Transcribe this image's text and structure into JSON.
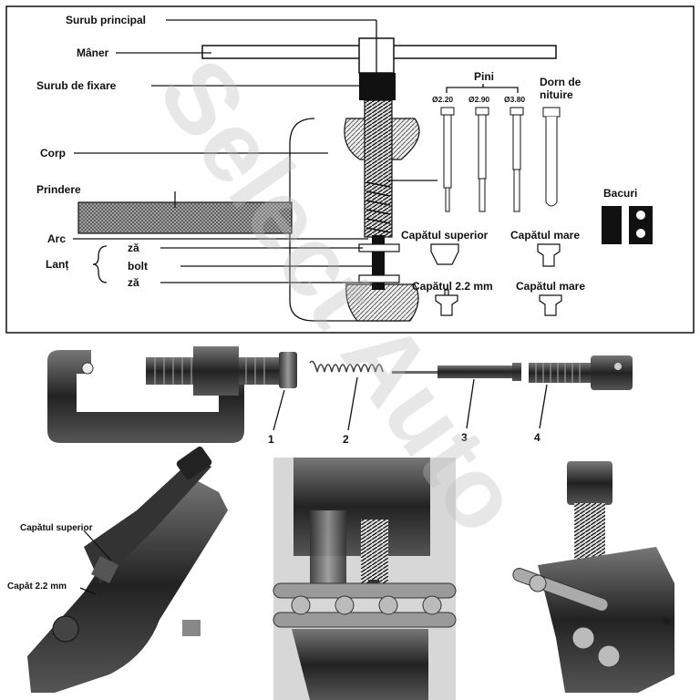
{
  "diagram": {
    "labels_left": {
      "main_screw": "Surub principal",
      "handle": "Mâner",
      "fixing_screw": "Surub de fixare",
      "body": "Corp",
      "grip": "Prindere",
      "spring": "Arc",
      "chain": "Lanț",
      "plate_top": "ză",
      "bolt": "bolt",
      "plate_bottom": "ză"
    },
    "pins": {
      "title": "Pini",
      "sizes": [
        "Ø2.20",
        "Ø2.90",
        "Ø3.80"
      ]
    },
    "rivet_punch": "Dorn de\nnituire",
    "jaws": "Bacuri",
    "heads": {
      "upper": "Capătul superior",
      "large_1": "Capătul mare",
      "head_22": "Capătul 2.2 mm",
      "large_2": "Capătul mare"
    }
  },
  "exploded": {
    "numbers": [
      "1",
      "2",
      "3",
      "4"
    ]
  },
  "photos": {
    "left_labels": {
      "upper_head": "Capătul superior",
      "head_22": "Capăt 2.2 mm"
    }
  },
  "watermark": "Select Auto",
  "registered_mark": "®"
}
